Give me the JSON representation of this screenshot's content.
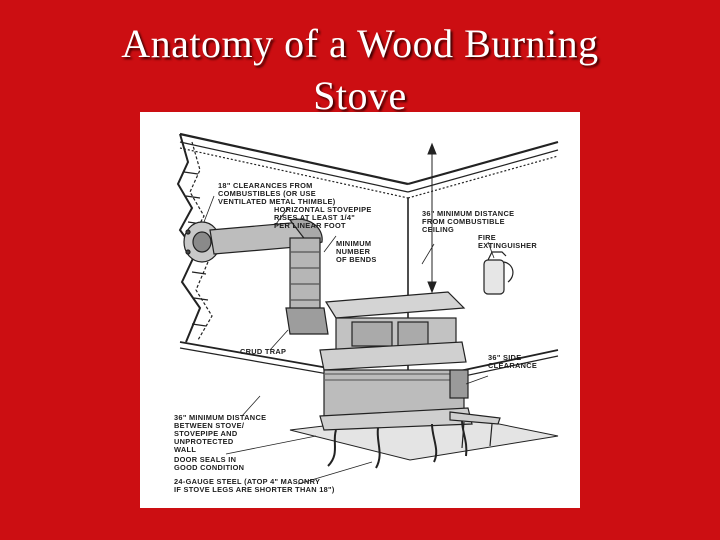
{
  "slide": {
    "title_line1": "Anatomy of a Wood Burning",
    "title_line2": "Stove"
  },
  "diagram": {
    "labels": {
      "clearance_1": "18\" CLEARANCES FROM",
      "clearance_2": "COMBUSTIBLES (OR USE",
      "clearance_3": "VENTILATED METAL THIMBLE)",
      "stovepipe_1": "HORIZONTAL STOVEPIPE",
      "stovepipe_2": "RISES AT LEAST 1/4\"",
      "stovepipe_3": "PER LINEAR FOOT",
      "ceiling_1": "36\" MINIMUM DISTANCE",
      "ceiling_2": "FROM COMBUSTIBLE",
      "ceiling_3": "CEILING",
      "bends_1": "MINIMUM",
      "bends_2": "NUMBER",
      "bends_3": "OF BENDS",
      "extinguisher_1": "FIRE",
      "extinguisher_2": "EXTINGUISHER",
      "crud_trap": "CRUD TRAP",
      "side_1": "36\" SIDE",
      "side_2": "CLEARANCE",
      "wall_1": "36\" MINIMUM DISTANCE",
      "wall_2": "BETWEEN STOVE/",
      "wall_3": "STOVEPIPE AND",
      "wall_4": "UNPROTECTED",
      "wall_5": "WALL",
      "seals_1": "DOOR SEALS IN",
      "seals_2": "GOOD CONDITION",
      "steel_1": "24-GAUGE STEEL (ATOP 4\" MASONRY",
      "steel_2": "IF STOVE LEGS ARE SHORTER THAN 18\")"
    }
  }
}
